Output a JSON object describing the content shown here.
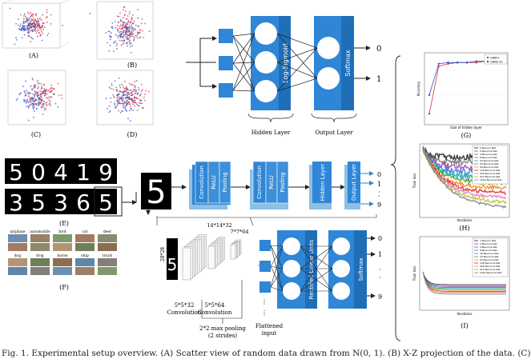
{
  "panel_labels": {
    "A": "(A)",
    "B": "(B)",
    "C": "(C)",
    "D": "(D)",
    "E": "(E)",
    "F": "(F)",
    "G": "(G)",
    "H": "(H)",
    "I": "(I)"
  },
  "net1": {
    "layer_label": "Log-Sigmoid",
    "softmax_label": "Softmax",
    "hidden_title": "Hidden Layer",
    "output_title": "Output Layer",
    "out0": "0",
    "out1": "1"
  },
  "pipeline": {
    "conv1": "Convolution",
    "relu1": "ReLU",
    "pool1": "Pooling",
    "conv2": "Convolution",
    "relu2": "ReLU",
    "pool2": "Pooling",
    "hidden": "Hidden Layer",
    "output": "Output Layer",
    "outputs": [
      "0",
      "1",
      "9"
    ]
  },
  "cnn": {
    "input_label": "28*28",
    "dim1": "14*14*32",
    "dim2": "7*7*64",
    "conv1_a": "5*5*32",
    "conv1_b": "Convolution",
    "conv2_a": "5*5*64",
    "conv2_b": "Convolution",
    "pool_a": "2*2 max pooling",
    "pool_b": "(2 strides)",
    "flat_a": "Flattened",
    "flat_b": "input"
  },
  "net2": {
    "relu_label": "Rectified Linear Units",
    "softmax_label": "Softmax",
    "outputs": [
      "0",
      "1",
      "9"
    ]
  },
  "mnist_digits": {
    "row1": [
      "5",
      "0",
      "4",
      "1",
      "9"
    ],
    "row2": [
      "3",
      "5",
      "3",
      "6",
      "5"
    ],
    "main_digit": "5"
  },
  "cifar_classes": [
    "airplane",
    "automobile",
    "bird",
    "cat",
    "deer",
    "dog",
    "frog",
    "horse",
    "ship",
    "truck"
  ],
  "caption": "Fig. 1. Experimental setup overview. (A) Scatter view of random data drawn from N(0, 1). (B) X-Z projection of the data. (C)",
  "colors": {
    "accent": "#2f86d6",
    "accent_dark": "#1e5f9b",
    "light_blue": "#8fbfe3",
    "red": "#d9303a",
    "blue": "#2a55c9"
  },
  "chart_data": [
    {
      "type": "line",
      "label": "(G)",
      "xlabel": "Size of hidden layer",
      "ylabel": "Accuracy",
      "series": [
        {
          "name": "GRBF1",
          "values": [
            0.55,
            0.93,
            0.95,
            0.96,
            0.96,
            0.96,
            0.97,
            0.97,
            0.97
          ]
        },
        {
          "name": "GRAB-10",
          "values": [
            0.7,
            0.95,
            0.96,
            0.96,
            0.96,
            0.97,
            0.97,
            0.97,
            0.97
          ]
        }
      ],
      "ylim": [
        0.5,
        1.0
      ]
    },
    {
      "type": "line",
      "label": "(H)",
      "xlabel": "Iterations",
      "ylabel": "Train loss",
      "series": [
        {
          "name": "1-Neuron Net"
        },
        {
          "name": "2-Neurons Net"
        },
        {
          "name": "4-Neurons Net"
        },
        {
          "name": "8-Neurons Net"
        },
        {
          "name": "16-Neurons Net"
        },
        {
          "name": "32-Neurons Net"
        },
        {
          "name": "64-Neurons Net"
        },
        {
          "name": "128-Neurons Net"
        },
        {
          "name": "256-Neurons Net"
        },
        {
          "name": "512-Neurons Net"
        },
        {
          "name": "1024-Neurons Net"
        }
      ]
    },
    {
      "type": "line",
      "label": "(I)",
      "xlabel": "Iterations",
      "ylabel": "Train loss",
      "series": [
        {
          "name": "1-Neuron Net"
        },
        {
          "name": "2-Neurons Net"
        },
        {
          "name": "4-Neurons Net"
        },
        {
          "name": "8-Neurons Net"
        },
        {
          "name": "16-Neurons Net"
        },
        {
          "name": "32-Neurons Net"
        },
        {
          "name": "64-Neurons Net"
        },
        {
          "name": "128-Neurons Net"
        },
        {
          "name": "256-Neurons Net"
        },
        {
          "name": "512-Neurons Net"
        },
        {
          "name": "1024-Neurons Net"
        }
      ]
    }
  ]
}
